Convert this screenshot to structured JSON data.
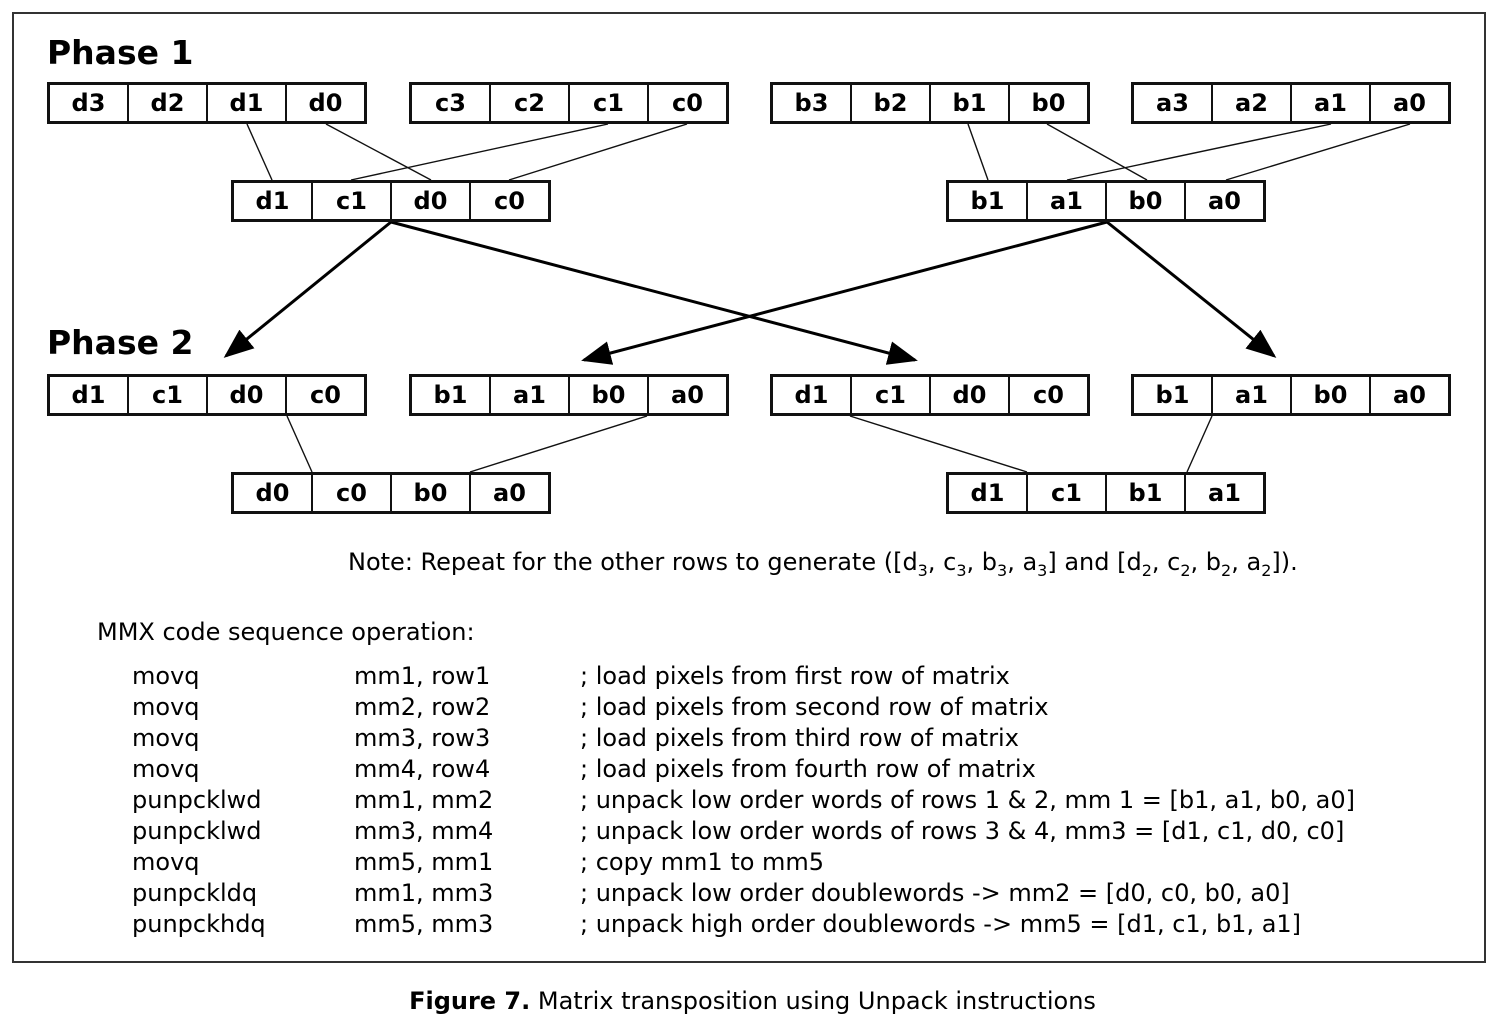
{
  "phase1": {
    "label": "Phase 1",
    "inputs": [
      [
        "d3",
        "d2",
        "d1",
        "d0"
      ],
      [
        "c3",
        "c2",
        "c1",
        "c0"
      ],
      [
        "b3",
        "b2",
        "b1",
        "b0"
      ],
      [
        "a3",
        "a2",
        "a1",
        "a0"
      ]
    ],
    "outputs": [
      [
        "d1",
        "c1",
        "d0",
        "c0"
      ],
      [
        "b1",
        "a1",
        "b0",
        "a0"
      ]
    ]
  },
  "phase2": {
    "label": "Phase 2",
    "inputs": [
      [
        "d1",
        "c1",
        "d0",
        "c0"
      ],
      [
        "b1",
        "a1",
        "b0",
        "a0"
      ],
      [
        "d1",
        "c1",
        "d0",
        "c0"
      ],
      [
        "b1",
        "a1",
        "b0",
        "a0"
      ]
    ],
    "outputs": [
      [
        "d0",
        "c0",
        "b0",
        "a0"
      ],
      [
        "d1",
        "c1",
        "b1",
        "a1"
      ]
    ]
  },
  "note": {
    "prefix": "Note: Repeat for the other rows to generate ([d",
    "s1": "3",
    "t1": ", c",
    "s2": "3",
    "t2": ", b",
    "s3": "3",
    "t3": ", a",
    "s4": "3",
    "t4": "] and [d",
    "s5": "2",
    "t5": ", c",
    "s6": "2",
    "t6": ", b",
    "s7": "2",
    "t7": ", a",
    "s8": "2",
    "suffix": "])."
  },
  "code": {
    "title": "MMX code sequence operation:",
    "rows": [
      {
        "op": "movq",
        "args": "mm1, row1",
        "comment": "; load pixels from first row of matrix"
      },
      {
        "op": "movq",
        "args": "mm2, row2",
        "comment": "; load pixels from second row of matrix"
      },
      {
        "op": "movq",
        "args": "mm3, row3",
        "comment": "; load pixels from third row of matrix"
      },
      {
        "op": "movq",
        "args": "mm4, row4",
        "comment": "; load pixels from fourth row of matrix"
      },
      {
        "op": "punpcklwd",
        "args": "mm1, mm2",
        "comment": "; unpack low order words of rows 1 & 2, mm 1 = [b1, a1, b0, a0]"
      },
      {
        "op": "punpcklwd",
        "args": "mm3, mm4",
        "comment": "; unpack low order words of rows 3 & 4, mm3 = [d1, c1, d0, c0]"
      },
      {
        "op": "movq",
        "args": "mm5, mm1",
        "comment": "; copy mm1 to mm5"
      },
      {
        "op": "punpckldq",
        "args": "mm1, mm3",
        "comment": "; unpack low order doublewords -> mm2 = [d0, c0, b0, a0]"
      },
      {
        "op": "punpckhdq",
        "args": "mm5, mm3",
        "comment": "; unpack high order doublewords -> mm5 = [d1, c1, b1, a1]"
      }
    ]
  },
  "caption": {
    "label": "Figure 7.",
    "text": " Matrix transposition using Unpack instructions"
  }
}
